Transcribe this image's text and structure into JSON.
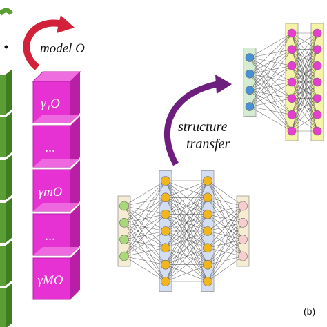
{
  "labels": {
    "model": "model O",
    "transfer_line1": "structure",
    "transfer_line2": "transfer",
    "panel": "(b)"
  },
  "stack_left": {
    "color": "#5a9e35",
    "count": 6
  },
  "stack_right": {
    "face_color": "#e632d2",
    "top_color": "#ee6ee0",
    "side_color": "#b81ea6",
    "cells": [
      "γ₁O",
      "...",
      "γmO",
      "...",
      "γMO"
    ]
  },
  "network_small": {
    "layers": [
      {
        "nodes": 4,
        "node_color": "#4a90d4",
        "band_color": "#d6ecd2"
      },
      {
        "nodes": 7,
        "node_color": "#e53fd0",
        "band_color": "#f6f2a8"
      },
      {
        "nodes": 7,
        "node_color": "#e53fd0",
        "band_color": "#f6f2a8"
      }
    ]
  },
  "network_large": {
    "layers": [
      {
        "nodes": 4,
        "node_color": "#a8d87a",
        "band_color": "#f6ecd2"
      },
      {
        "nodes": 7,
        "node_color": "#f2b61c",
        "band_color": "#d4def2"
      },
      {
        "nodes": 7,
        "node_color": "#f2b61c",
        "band_color": "#d4def2"
      },
      {
        "nodes": 4,
        "node_color": "#f7cdd0",
        "band_color": "#f6ecd2"
      }
    ]
  },
  "colors": {
    "arrow_red": "#d3213a",
    "arrow_purple": "#6d1e7e",
    "arrow_green": "#5a9e35",
    "edges": "#444444"
  }
}
